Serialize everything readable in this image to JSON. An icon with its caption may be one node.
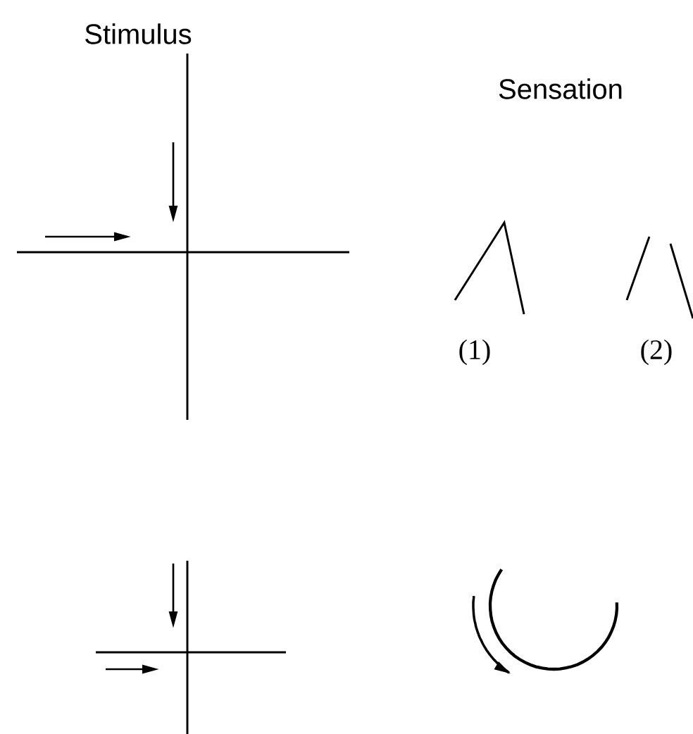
{
  "diagram": {
    "labels": [
      "Stimulus",
      "Sensation",
      "(1)",
      "(2)"
    ]
  }
}
